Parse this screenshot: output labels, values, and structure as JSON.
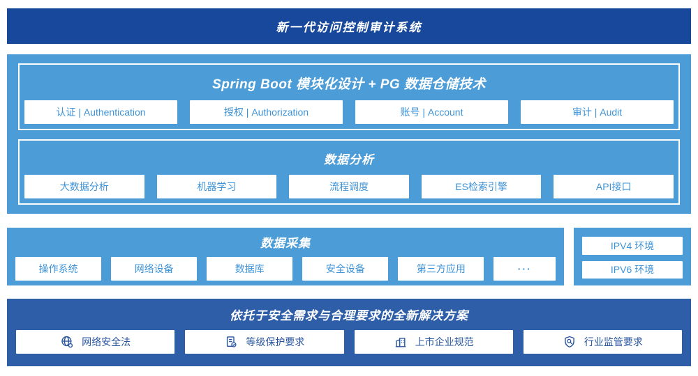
{
  "banner": {
    "title": "新一代访问控制审计系统"
  },
  "platform": {
    "modules": {
      "title": "Spring Boot 模块化设计 + PG 数据仓储技术",
      "items": [
        "认证 | Authentication",
        "授权 | Authorization",
        "账号 | Account",
        "审计 | Audit"
      ]
    },
    "analysis": {
      "title": "数据分析",
      "items": [
        "大数据分析",
        "机器学习",
        "流程调度",
        "ES检索引擎",
        "API接口"
      ]
    }
  },
  "collection": {
    "title": "数据采集",
    "items": [
      "操作系统",
      "网络设备",
      "数据库",
      "安全设备",
      "第三方应用",
      "···"
    ]
  },
  "environments": {
    "items": [
      "IPV4 环境",
      "IPV6 环境"
    ]
  },
  "solution": {
    "title": "依托于安全需求与合理要求的全新解决方案",
    "items": [
      {
        "icon": "globe-icon",
        "label": "网络安全法"
      },
      {
        "icon": "document-check-icon",
        "label": "等级保护要求"
      },
      {
        "icon": "building-icon",
        "label": "上市企业规范"
      },
      {
        "icon": "shield-search-icon",
        "label": "行业监管要求"
      }
    ]
  },
  "colors": {
    "banner_bg": "#17489b",
    "light_section_bg": "#4c9dd7",
    "solution_bg": "#2e5ea8",
    "light_cell_text": "#3e93d6",
    "dark_cell_text": "#28559f",
    "title_text": "#ffffff"
  }
}
